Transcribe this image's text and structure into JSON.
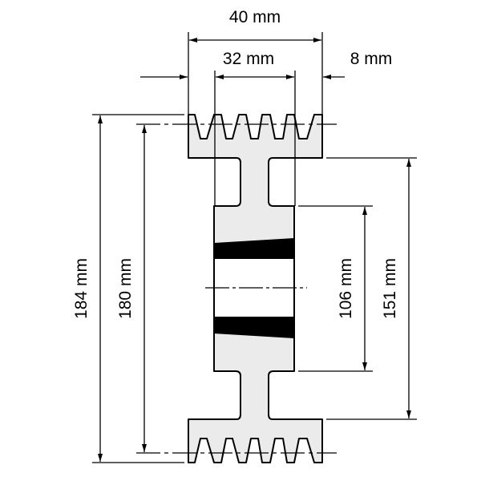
{
  "diagram": {
    "dimensions": {
      "overall_width": "40 mm",
      "hub_width": "32 mm",
      "offset": "8 mm",
      "outer_diameter": "184 mm",
      "pitch_diameter": "180 mm",
      "hub_diameter": "106 mm",
      "rim_inner_diameter": "151 mm"
    },
    "colors": {
      "body": "#ebebeb",
      "line": "#000000",
      "bushing": "#000000"
    }
  }
}
